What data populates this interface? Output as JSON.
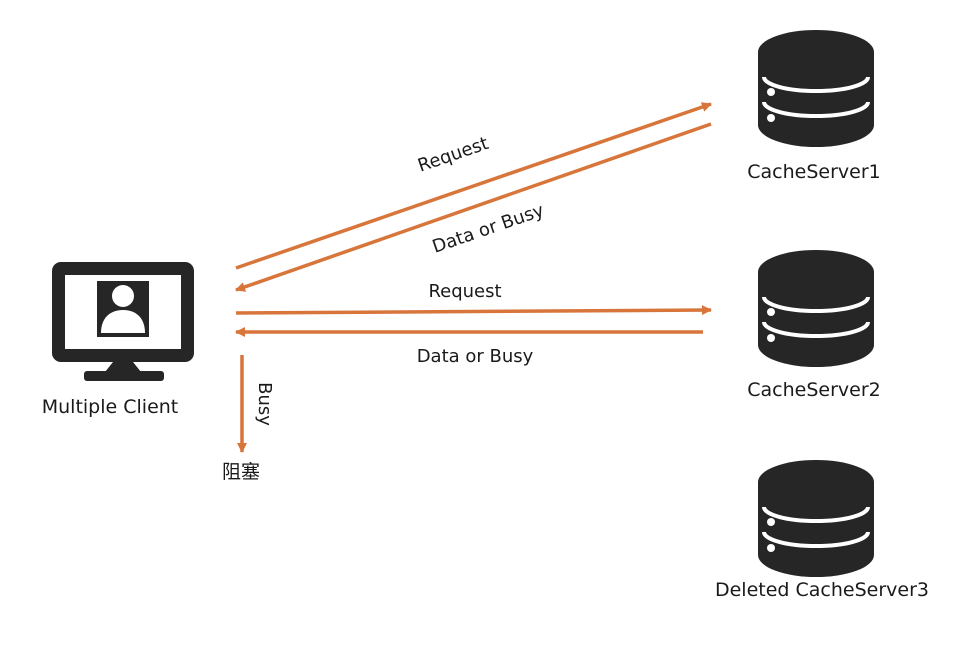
{
  "colors": {
    "arrow": "#d8753a",
    "icon": "#262626",
    "background": "#ffffff"
  },
  "client": {
    "icon": "monitor-user-icon",
    "label": "Multiple Client",
    "blocked_label": "阻塞",
    "busy_arrow_label": "Busy"
  },
  "servers": [
    {
      "icon": "database-icon",
      "label": "CacheServer1"
    },
    {
      "icon": "database-icon",
      "label": "CacheServer2"
    },
    {
      "icon": "database-icon",
      "label": "Deleted CacheServer3"
    }
  ],
  "edges": {
    "request_1": "Request",
    "response_1": "Data or Busy",
    "request_2": "Request",
    "response_2": "Data or Busy"
  }
}
